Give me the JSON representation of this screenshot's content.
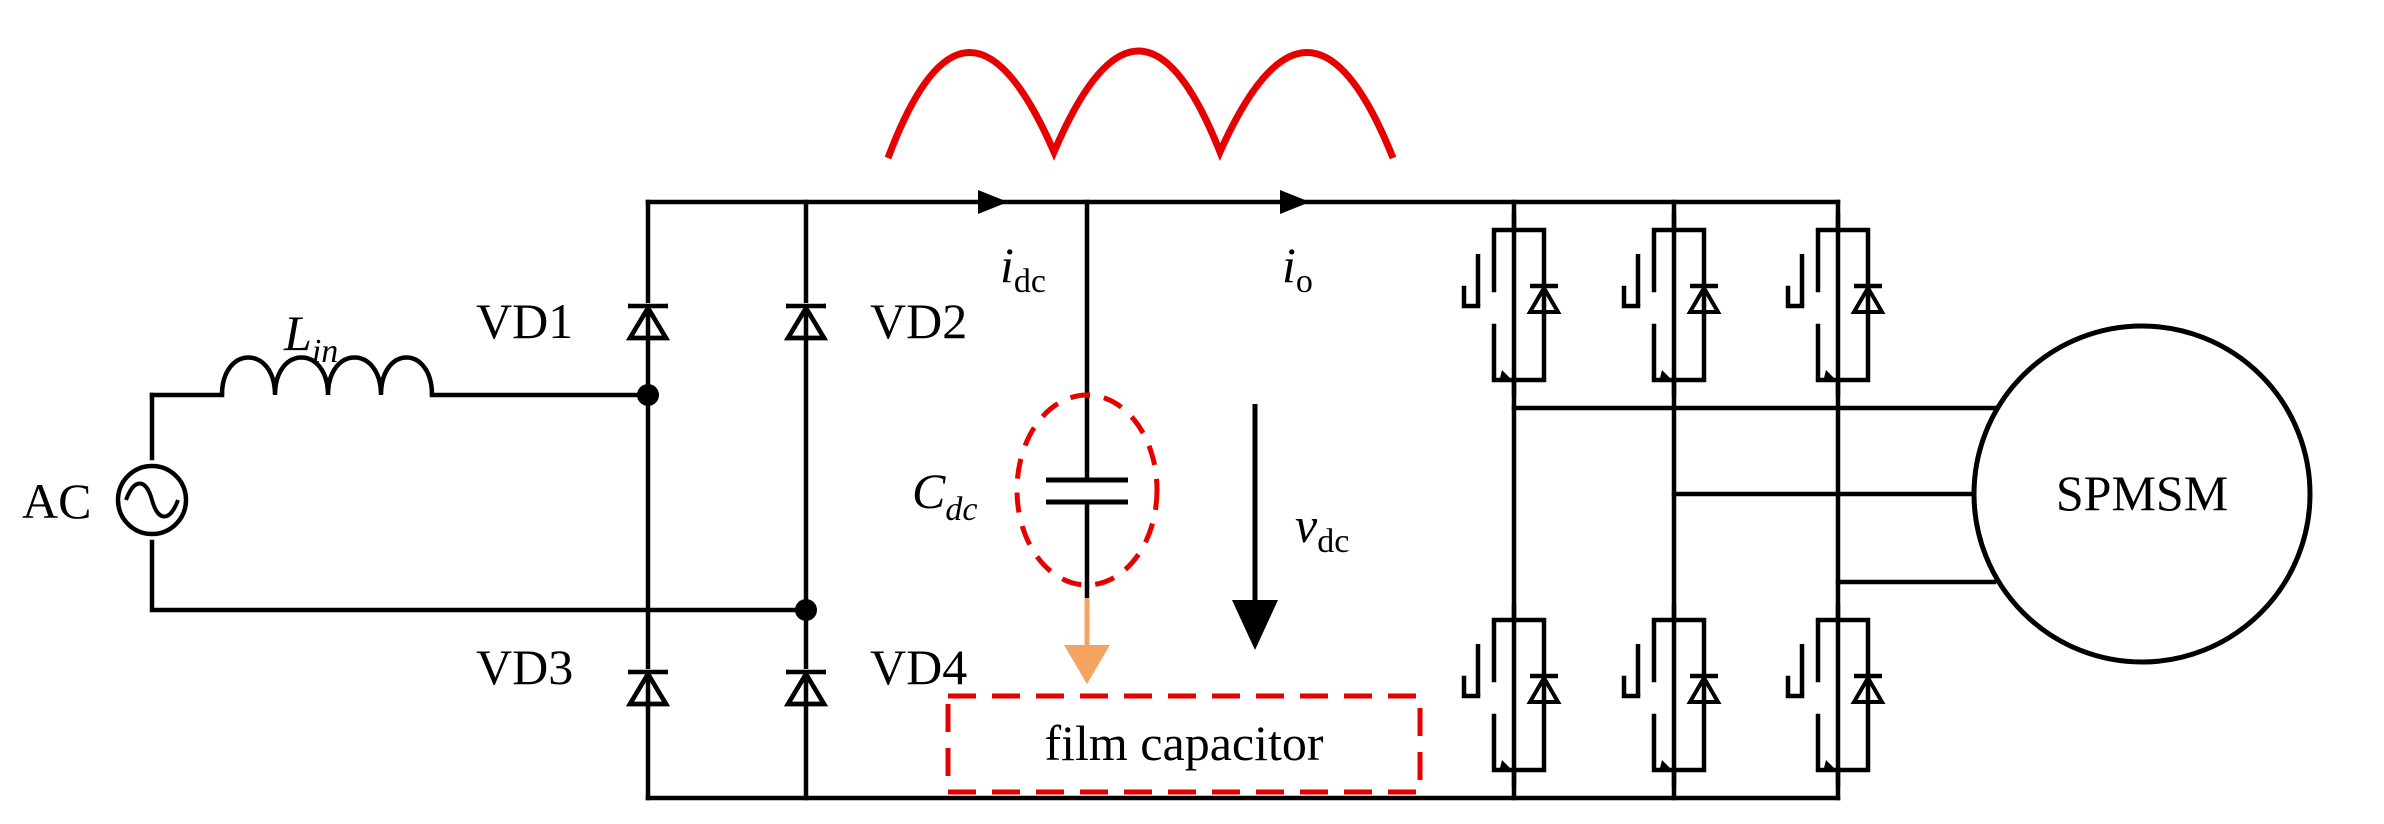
{
  "labels": {
    "ac": "AC",
    "lin_main": "L",
    "lin_sub": "in",
    "vd1": "VD1",
    "vd2": "VD2",
    "vd3": "VD3",
    "vd4": "VD4",
    "idc_main": "i",
    "idc_sub": "dc",
    "io_main": "i",
    "io_sub": "o",
    "cdc_main": "C",
    "cdc_sub": "dc",
    "vdc_main": "v",
    "vdc_sub": "dc",
    "film": "film capacitor",
    "motor": "SPMSM"
  },
  "colors": {
    "wire": "#000000",
    "ripple": "#e60000",
    "highlight_dashed": "#e60000",
    "film_arrow": "#f4a460"
  },
  "icons": [
    "ac-source-icon",
    "inductor-icon",
    "diode-icon",
    "capacitor-icon",
    "igbt-icon",
    "motor-icon"
  ]
}
